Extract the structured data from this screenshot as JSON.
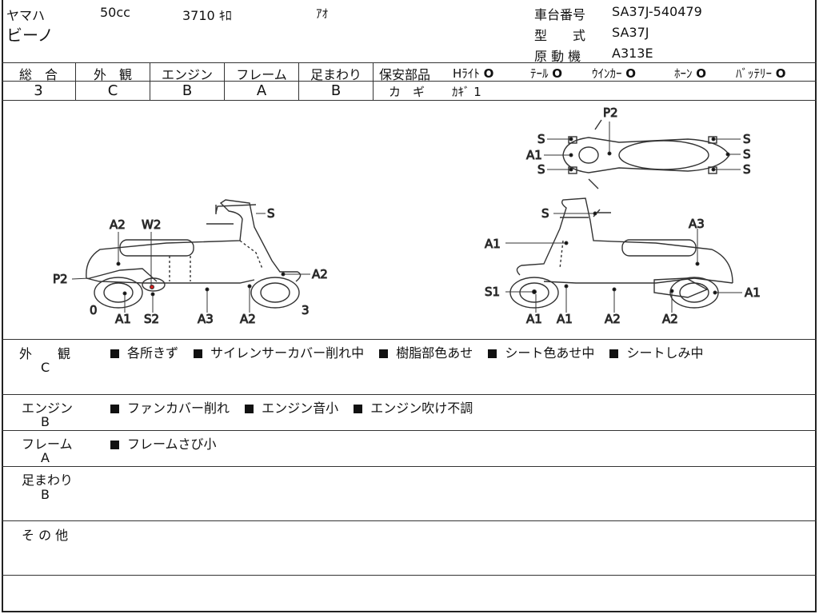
{
  "vehicle": {
    "maker": "ヤマハ",
    "displacement": "50cc",
    "mileage": "3710 ｷﾛ",
    "color": "ｱｵ",
    "model_name": "ビーノ"
  },
  "registration": {
    "chassis_label": "車台番号",
    "chassis_value": "SA37J-540479",
    "type_label": "型　　式",
    "type_value": "SA37J",
    "engine_label": "原 動 機",
    "engine_value": "A313E"
  },
  "scores": {
    "overall_label": "総　合",
    "overall": "3",
    "exterior_label": "外　観",
    "exterior": "C",
    "engine_label": "エンジン",
    "engine": "B",
    "frame_label": "フレーム",
    "frame": "A",
    "suspension_label": "足まわり",
    "suspension": "B"
  },
  "safety": {
    "label": "保安部品",
    "items": [
      {
        "name": "Hﾗｲﾄ",
        "mark": "O"
      },
      {
        "name": "ﾃｰﾙ",
        "mark": "O"
      },
      {
        "name": "ｳｲﾝｶｰ",
        "mark": "O"
      },
      {
        "name": "ﾎｰﾝ",
        "mark": "O"
      },
      {
        "name": "ﾊﾞｯﾃﾘｰ",
        "mark": "O"
      }
    ],
    "key_label": "カ　ギ",
    "key_value": "ｶｷﾞ 1"
  },
  "diagram_labels": {
    "left_view": [
      "A2",
      "W2",
      "S",
      "P2",
      "A2",
      "0",
      "A1",
      "S2",
      "A3",
      "A2",
      "3"
    ],
    "top_view": [
      "P2",
      "S",
      "A1",
      "S",
      "S",
      "S",
      "S"
    ],
    "right_view": [
      "S",
      "A3",
      "A1",
      "S1",
      "A1",
      "A1",
      "A1",
      "A2",
      "A2"
    ]
  },
  "remarks": {
    "exterior_label": "外　　観",
    "exterior_grade": "C",
    "exterior_items": [
      "各所きず",
      "サイレンサーカバー削れ中",
      "樹脂部色あせ",
      "シート色あせ中",
      "シートしみ中"
    ],
    "engine_label": "エンジン",
    "engine_grade": "B",
    "engine_items": [
      "ファンカバー削れ",
      "エンジン音小",
      "エンジン吹け不調"
    ],
    "frame_label": "フレーム",
    "frame_grade": "A",
    "frame_items": [
      "フレームさび小"
    ],
    "suspension_label": "足まわり",
    "suspension_grade": "B",
    "other_label": "そ の 他"
  },
  "colors": {
    "line": "#333333",
    "text": "#111111",
    "accent_red": "#d02020"
  }
}
